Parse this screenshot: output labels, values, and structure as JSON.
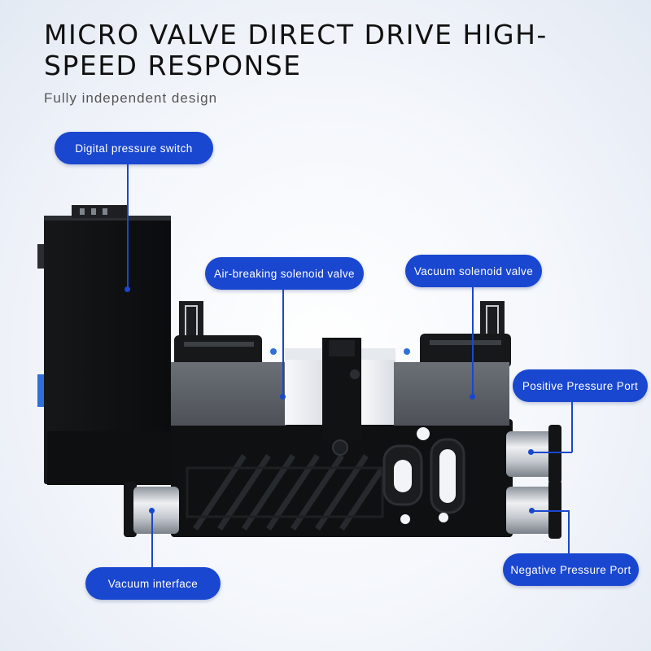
{
  "header": {
    "title": "MICRO VALVE DIRECT DRIVE HIGH-SPEED RESPONSE",
    "subtitle": "Fully independent design"
  },
  "callouts": {
    "digital_pressure_switch": "Digital pressure switch",
    "air_breaking_solenoid_valve": "Air-breaking solenoid valve",
    "vacuum_solenoid_valve": "Vacuum solenoid valve",
    "positive_pressure_port": "Positive Pressure Port",
    "negative_pressure_port": "Negative Pressure Port",
    "vacuum_interface": "Vacuum interface"
  },
  "colors": {
    "accent": "#1a47cf",
    "body": "#101214",
    "solenoid": "#5c6066",
    "fitting": "#c8ccd2"
  }
}
